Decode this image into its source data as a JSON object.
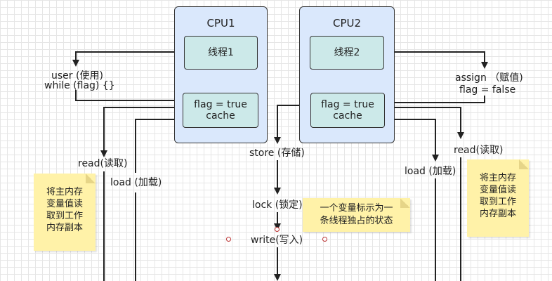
{
  "cpu1": {
    "title": "CPU1",
    "thread": "线程1",
    "cache_line1": "flag = true",
    "cache_line2": "cache"
  },
  "cpu2": {
    "title": "CPU2",
    "thread": "线程2",
    "cache_line1": "flag = true",
    "cache_line2": "cache"
  },
  "left_labels": {
    "user_line1": "user (使用)",
    "user_line2": "while (flag) {}",
    "read": "read(读取)",
    "load": "load (加载)"
  },
  "right_labels": {
    "assign_line1": "assign （赋值)",
    "assign_line2": "flag = false",
    "read": "read(读取)",
    "load": "load (加载)"
  },
  "middle_labels": {
    "store": "store (存储)",
    "lock": "lock (锁定)",
    "write": "write(写入)"
  },
  "notes": {
    "left": "将主内存\n变量值读\n取到工作\n内存副本",
    "right": "将主内存\n变量值读\n取到工作\n内存副本",
    "lock": "一个变量标示为一\n条线程独占的状态"
  }
}
